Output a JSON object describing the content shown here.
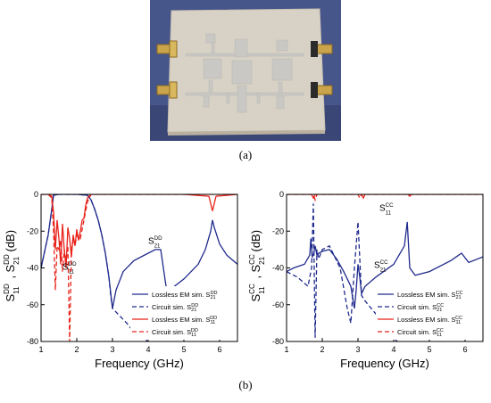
{
  "captions": {
    "a": "(a)",
    "b": "(b)"
  },
  "colors": {
    "em_sim": "#1f2a8c",
    "circuit_dd": "#1f2a8c",
    "em_s11": "#e8231b",
    "circuit_s11": "#e8231b"
  },
  "chart_data": [
    {
      "type": "line",
      "xlabel": "Frequency (GHz)",
      "ylabel": "S11DD , S21DD (dB)",
      "xlim": [
        1,
        6.5
      ],
      "ylim": [
        -80,
        0
      ],
      "xticks": [
        1,
        2,
        3,
        4,
        5,
        6
      ],
      "yticks": [
        0,
        -20,
        -40,
        -60,
        -80
      ],
      "legend_position": "bottom-right",
      "annotations": [
        {
          "text": "S21DD",
          "x": 4.0,
          "y": -27
        },
        {
          "text": "S11DD",
          "x": 1.6,
          "y": -41
        }
      ],
      "series": [
        {
          "name": "Lossless EM sim. S21DD",
          "style": "solid",
          "color": "#1f2a8c",
          "x": [
            1.0,
            1.2,
            1.3,
            1.35,
            1.5,
            2.0,
            2.3,
            2.4,
            2.5,
            2.6,
            2.7,
            2.8,
            2.9,
            3.0,
            3.1,
            3.3,
            3.6,
            4.0,
            4.2,
            4.3,
            4.35,
            4.5,
            4.6,
            5.0,
            5.4,
            5.6,
            5.75,
            5.8,
            5.85,
            6.0,
            6.2,
            6.5
          ],
          "y": [
            -40,
            -22,
            -8,
            -0.5,
            0,
            0,
            -0.5,
            -3,
            -8,
            -14,
            -22,
            -32,
            -45,
            -62,
            -52,
            -42,
            -36,
            -32,
            -30,
            -30,
            -30,
            -50,
            -52,
            -46,
            -38,
            -30,
            -20,
            -14,
            -18,
            -27,
            -33,
            -38
          ]
        },
        {
          "name": "Circuit sim. S21DD",
          "style": "dashed",
          "color": "#1f2a8c",
          "x": [
            1.0,
            1.2,
            1.3,
            1.35,
            1.5,
            2.0,
            2.3,
            2.4,
            2.5,
            2.6,
            2.7,
            2.8,
            2.9,
            2.95,
            3.0,
            3.2,
            3.4,
            3.6,
            3.8,
            4.0
          ],
          "y": [
            -40,
            -22,
            -8,
            -0.5,
            0,
            0,
            -0.5,
            -3,
            -8,
            -14,
            -22,
            -32,
            -45,
            -55,
            -62,
            -66,
            -70,
            -75,
            -78,
            -80
          ]
        },
        {
          "name": "Lossless EM sim. S11DD",
          "style": "solid",
          "color": "#e8231b",
          "x": [
            1.0,
            1.2,
            1.3,
            1.35,
            1.4,
            1.45,
            1.5,
            1.55,
            1.6,
            1.65,
            1.7,
            1.75,
            1.8,
            1.85,
            1.9,
            1.95,
            2.0,
            2.05,
            2.1,
            2.15,
            2.2,
            2.25,
            2.3,
            2.4,
            3.0,
            4.0,
            5.0,
            5.7,
            5.8,
            5.9,
            6.5
          ],
          "y": [
            0,
            0,
            -1,
            -10,
            -30,
            -14,
            -24,
            -38,
            -16,
            -30,
            -40,
            -18,
            -24,
            -34,
            -22,
            -28,
            -19,
            -25,
            -20,
            -14,
            -13,
            -6,
            -2,
            0,
            0,
            0,
            0,
            -1,
            -9,
            -1,
            0
          ]
        },
        {
          "name": "Circuit sim. S11DD",
          "style": "dashed",
          "color": "#e8231b",
          "x": [
            1.0,
            1.2,
            1.3,
            1.35,
            1.4,
            1.45,
            1.5,
            1.55,
            1.6,
            1.65,
            1.7,
            1.75,
            1.8,
            1.85,
            1.9,
            1.95,
            2.0,
            2.1,
            2.2,
            2.3,
            2.4,
            3.0,
            6.5
          ],
          "y": [
            0,
            0,
            -2,
            -20,
            -52,
            -28,
            -30,
            -25,
            -42,
            -30,
            -36,
            -28,
            -80,
            -30,
            -24,
            -28,
            -22,
            -24,
            -14,
            -4,
            0,
            0,
            0
          ]
        }
      ],
      "legend": [
        {
          "label": "Lossless EM sim. S21DD",
          "style": "solid",
          "color": "#1f2a8c"
        },
        {
          "label": "Circuit sim. S21DD",
          "style": "dashed",
          "color": "#1f2a8c"
        },
        {
          "label": "Lossless EM sim. S11DD",
          "style": "solid",
          "color": "#e8231b"
        },
        {
          "label": "Circuit sim. S11DD",
          "style": "dashed",
          "color": "#e8231b"
        }
      ]
    },
    {
      "type": "line",
      "xlabel": "Frequency (GHz)",
      "ylabel": "S11CC , S21CC (dB)",
      "xlim": [
        1,
        6.5
      ],
      "ylim": [
        -80,
        0
      ],
      "xticks": [
        1,
        2,
        3,
        4,
        5,
        6
      ],
      "yticks": [
        0,
        -20,
        -40,
        -60,
        -80
      ],
      "legend_position": "bottom-right",
      "annotations": [
        {
          "text": "S11CC",
          "x": 3.6,
          "y": -9
        },
        {
          "text": "S21CC",
          "x": 3.45,
          "y": -40
        }
      ],
      "series": [
        {
          "name": "Lossless EM sim. S21CC",
          "style": "solid",
          "color": "#1f2a8c",
          "x": [
            1.0,
            1.2,
            1.5,
            1.65,
            1.68,
            1.72,
            1.75,
            1.8,
            1.85,
            1.9,
            2.0,
            2.2,
            2.4,
            2.6,
            2.8,
            2.9,
            2.95,
            3.0,
            3.05,
            3.1,
            3.2,
            3.5,
            4.0,
            4.3,
            4.38,
            4.45,
            4.6,
            5.0,
            5.6,
            5.9,
            6.1,
            6.5
          ],
          "y": [
            -42,
            -40,
            -38,
            -33,
            -24,
            -34,
            -33,
            -28,
            -33,
            -32,
            -31,
            -30,
            -35,
            -42,
            -50,
            -62,
            -52,
            -38,
            -45,
            -54,
            -50,
            -45,
            -38,
            -28,
            -15,
            -40,
            -44,
            -42,
            -36,
            -32,
            -37,
            -34
          ]
        },
        {
          "name": "Circuit sim. S21CC",
          "style": "dashed",
          "color": "#1f2a8c",
          "x": [
            1.0,
            1.3,
            1.6,
            1.7,
            1.75,
            1.8,
            1.85,
            1.9,
            2.0,
            2.2,
            2.5,
            2.7,
            2.8,
            2.9,
            3.0,
            3.1,
            3.2,
            3.5,
            3.8,
            4.0,
            4.1
          ],
          "y": [
            -42,
            -45,
            -50,
            -40,
            -5,
            -78,
            -30,
            -35,
            -30,
            -28,
            -40,
            -62,
            -70,
            -40,
            -15,
            -55,
            -58,
            -65,
            -72,
            -78,
            -80
          ]
        },
        {
          "name": "Lossless EM sim. S11CC",
          "style": "solid",
          "color": "#e8231b",
          "x": [
            1.0,
            1.7,
            1.75,
            1.8,
            3.1,
            3.15,
            3.2,
            4.4,
            4.45,
            4.5,
            6.5
          ],
          "y": [
            0,
            0,
            -2,
            0,
            0,
            -2,
            0,
            0,
            -1,
            0,
            0
          ]
        },
        {
          "name": "Circuit sim. S11CC",
          "style": "dashed",
          "color": "#e8231b",
          "x": [
            1.0,
            1.75,
            1.8,
            1.85,
            3.0,
            3.05,
            3.1,
            6.5
          ],
          "y": [
            0,
            0,
            -3,
            0,
            0,
            -2,
            0,
            0
          ]
        }
      ],
      "legend": [
        {
          "label": "Lossless EM sim. S21CC",
          "style": "solid",
          "color": "#1f2a8c"
        },
        {
          "label": "Circuit sim. S21CC",
          "style": "dashed",
          "color": "#1f2a8c"
        },
        {
          "label": "Lossless EM sim. S11CC",
          "style": "solid",
          "color": "#e8231b"
        },
        {
          "label": "Circuit sim. S11CC",
          "style": "dashed",
          "color": "#e8231b"
        }
      ]
    }
  ]
}
